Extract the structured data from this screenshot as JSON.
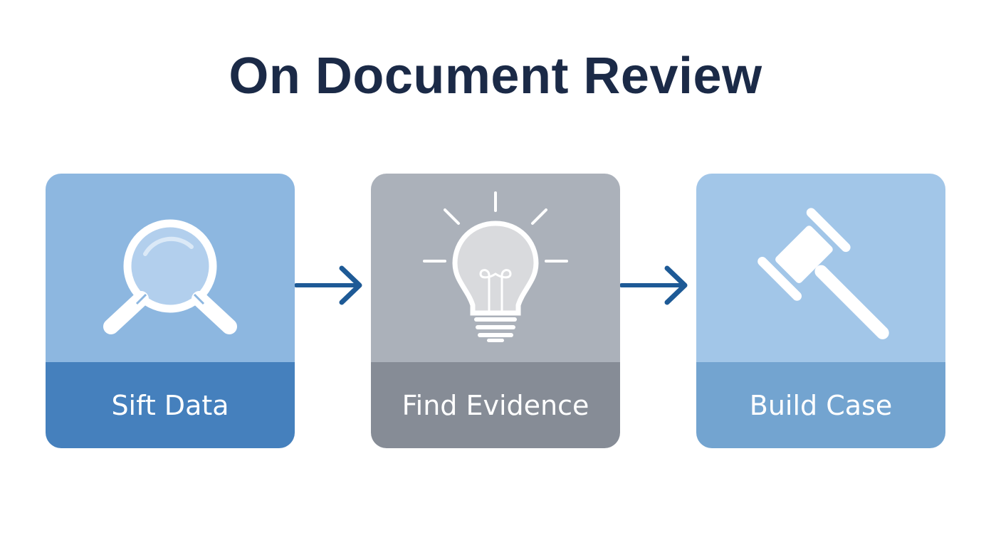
{
  "title": "On Document Review",
  "steps": [
    {
      "label": "Sift Data",
      "icon": "magnifying-glass",
      "top_color": "#8db7e0",
      "bottom_color": "#4580bd"
    },
    {
      "label": "Find Evidence",
      "icon": "lightbulb",
      "top_color": "#abb1ba",
      "bottom_color": "#868c96"
    },
    {
      "label": "Build Case",
      "icon": "gavel",
      "top_color": "#a2c6e8",
      "bottom_color": "#73a4d0"
    }
  ],
  "arrow_color": "#1e5a96"
}
